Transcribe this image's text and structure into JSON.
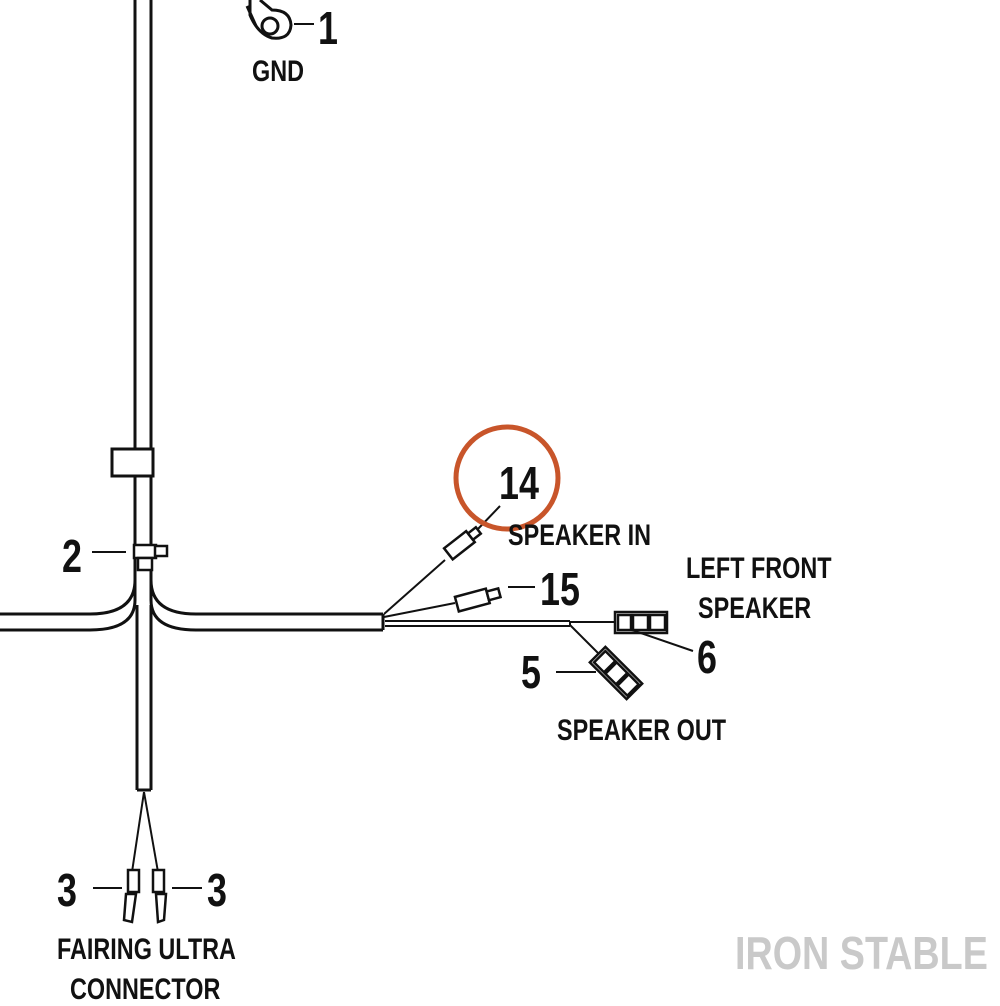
{
  "callouts": [
    {
      "id": "1",
      "number": "1"
    },
    {
      "id": "2",
      "number": "2"
    },
    {
      "id": "3a",
      "number": "3"
    },
    {
      "id": "3b",
      "number": "3"
    },
    {
      "id": "5",
      "number": "5"
    },
    {
      "id": "6",
      "number": "6"
    },
    {
      "id": "14",
      "number": "14"
    },
    {
      "id": "15",
      "number": "15"
    }
  ],
  "labels": {
    "gnd": "GND",
    "speaker_in": "SPEAKER IN",
    "left_front_line1": "LEFT FRONT",
    "left_front_line2": "SPEAKER",
    "speaker_out": "SPEAKER OUT",
    "fairing_line1": "FAIRING ULTRA",
    "fairing_line2": "CONNECTOR"
  },
  "watermark": "IRON STABLE",
  "colors": {
    "line": "#111111",
    "highlight": "#c8552a",
    "watermark": "#c9c9c9"
  },
  "highlighted_callout": "14"
}
